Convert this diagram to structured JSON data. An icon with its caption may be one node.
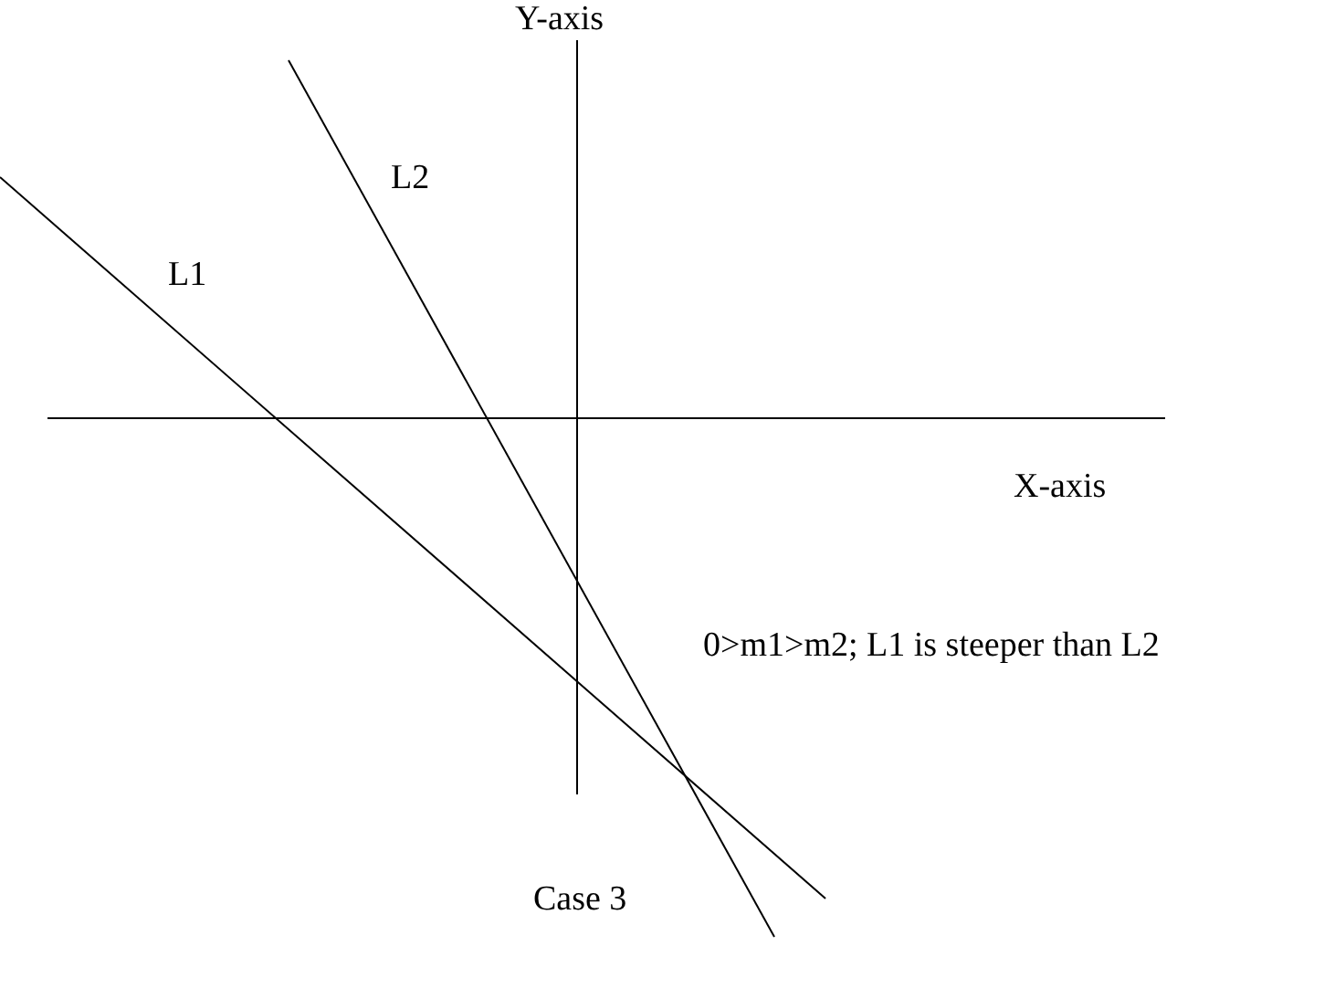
{
  "diagram": {
    "labels": [
      "Y-axis",
      "L2",
      "L1",
      "X-axis",
      "0>m1>m2; L1 is steeper than L2",
      "Case 3"
    ]
  }
}
